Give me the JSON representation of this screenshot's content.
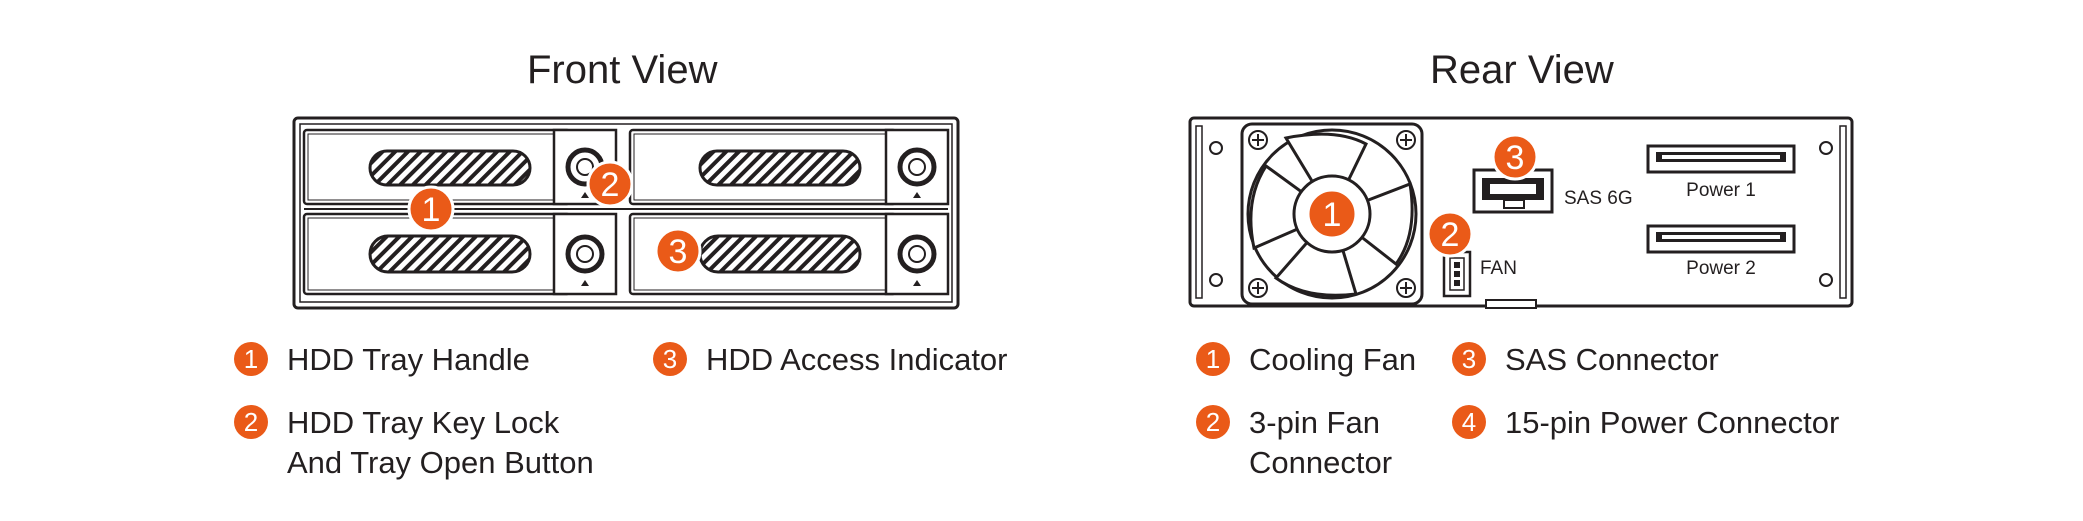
{
  "front": {
    "title": "Front View",
    "callouts": [
      "1",
      "2",
      "3"
    ],
    "legend": [
      {
        "num": "1",
        "lines": [
          "HDD Tray Handle"
        ]
      },
      {
        "num": "2",
        "lines": [
          "HDD Tray Key Lock",
          "And Tray Open Button"
        ]
      },
      {
        "num": "3",
        "lines": [
          "HDD Access Indicator"
        ]
      }
    ]
  },
  "rear": {
    "title": "Rear View",
    "callouts": [
      "1",
      "2",
      "3"
    ],
    "labels": {
      "sas": "SAS 6G",
      "fan": "FAN",
      "power1": "Power 1",
      "power2": "Power 2"
    },
    "legend": [
      {
        "num": "1",
        "lines": [
          "Cooling Fan"
        ]
      },
      {
        "num": "2",
        "lines": [
          "3-pin Fan",
          "Connector"
        ]
      },
      {
        "num": "3",
        "lines": [
          "SAS Connector"
        ]
      },
      {
        "num": "4",
        "lines": [
          "15-pin Power Connector"
        ]
      }
    ]
  },
  "colors": {
    "accent": "#ea5a18",
    "line": "#231f20"
  }
}
